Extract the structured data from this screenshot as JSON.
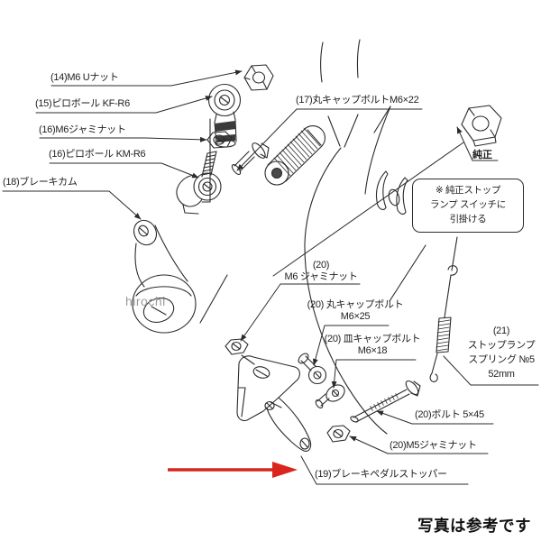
{
  "figure": {
    "type": "exploded-parts-diagram",
    "subject": "brake pedal stopper assembly",
    "caption": "写真は参考です",
    "watermark": "hirochi",
    "line_color": "#2b2b2b",
    "arrow_color": "#d9251d"
  },
  "labels": {
    "l14": "(14)M6 Uナット",
    "l15": "(15)ピロボール KF-R6",
    "l16a": "(16)M6ジャミナット",
    "l16b": "(16)ピロボール KM-R6",
    "l17": "(17)丸キャップボルトM6×22",
    "l18": "(18)ブレーキカム",
    "junsei": "純正",
    "note": {
      "line1": "※ 純正ストップ",
      "line2": "ランプ スイッチに",
      "line3": "引掛ける"
    },
    "m6jam": {
      "line1": "(20)",
      "line2": "M6 ジャミナット"
    },
    "round_cap": {
      "line1": "(20) 丸キャップボルト",
      "line2": "M6×25"
    },
    "flat_cap": {
      "line1": "(20) 皿キャップボルト",
      "line2": "M6×18"
    },
    "spring": {
      "line1": "(21)",
      "line2": "ストップランプ",
      "line3": "スプリング №5",
      "line4": "52mm"
    },
    "bolt545": "(20)ボルト 5×45",
    "m5jam": "(20)M5ジャミナット",
    "l19": "(19)ブレーキペダルストッパー"
  }
}
